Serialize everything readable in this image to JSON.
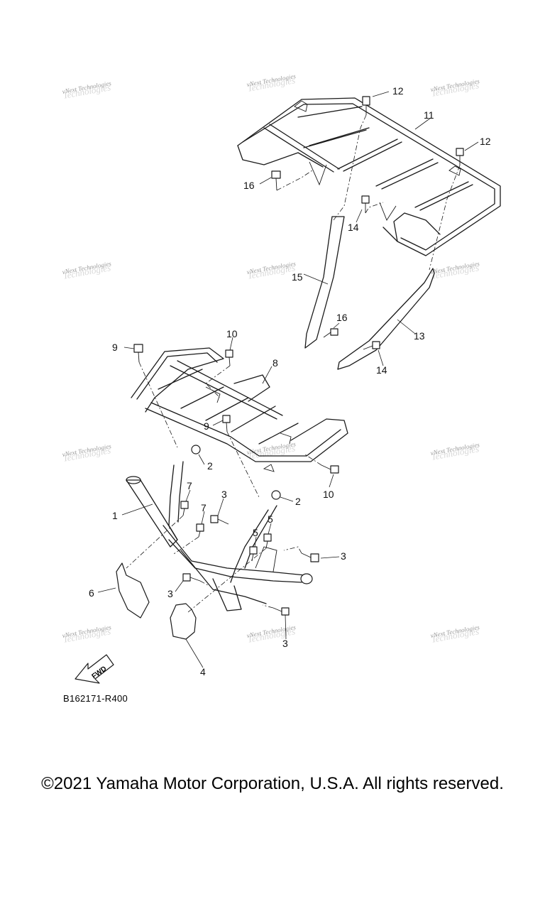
{
  "watermark_text": "vNext Technologies",
  "callouts": [
    "1",
    "2",
    "2",
    "3",
    "3",
    "3",
    "3",
    "4",
    "5",
    "5",
    "6",
    "7",
    "7",
    "8",
    "9",
    "9",
    "10",
    "10",
    "11",
    "12",
    "12",
    "13",
    "14",
    "14",
    "15",
    "16",
    "16"
  ],
  "fwd_label": "FWD",
  "drawing_code": "B162171-R400",
  "copyright": "©2021 Yamaha Motor Corporation, U.S.A. All rights reserved."
}
